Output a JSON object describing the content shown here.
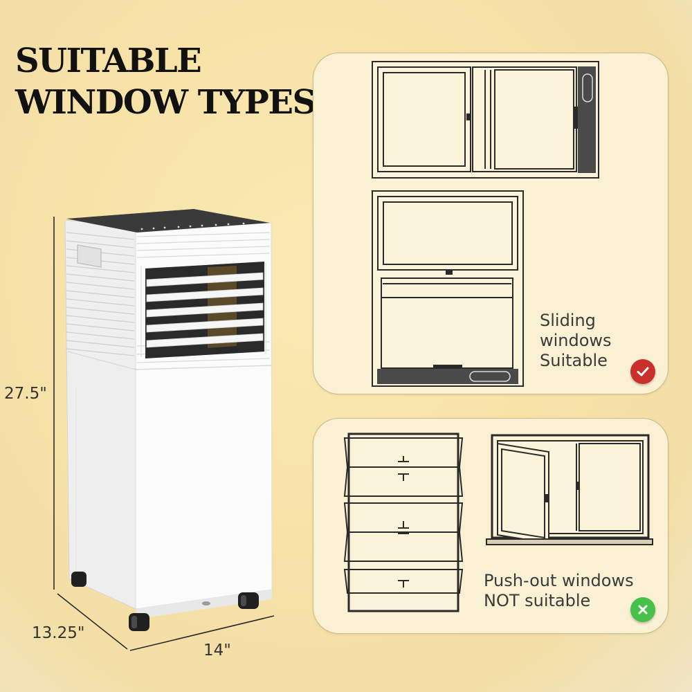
{
  "title": {
    "line1": "SUITABLE",
    "line2": "WINDOW TYPES"
  },
  "product": {
    "name": "portable-air-conditioner"
  },
  "dimensions": {
    "height": "27.5\"",
    "depth": "13.25\"",
    "width": "14\""
  },
  "suitable": {
    "caption_line1": "Sliding",
    "caption_line2": "windows",
    "caption_line3": "Suitable",
    "badge_icon": "check-icon",
    "badge_color": "#c9302c"
  },
  "unsuitable": {
    "caption_line1": "Push-out windows",
    "caption_line2": "NOT suitable",
    "badge_icon": "x-icon",
    "badge_color": "#48c14a"
  }
}
